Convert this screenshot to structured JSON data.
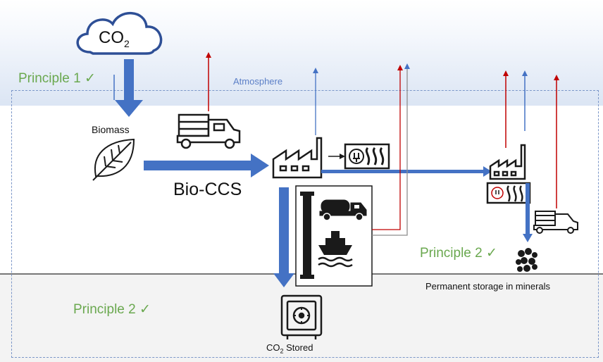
{
  "diagram": {
    "cloud_label": "CO",
    "cloud_label_sub": "2",
    "atmosphere_label": "Atmosphere",
    "principle1": "Principle 1 ✓",
    "principle2_right": "Principle 2 ✓",
    "principle2_bottom": "Principle 2 ✓",
    "biomass_label": "Biomass",
    "bioccs_label": "Bio-CCS",
    "permanent_storage_label": "Permanent  storage in minerals",
    "stored_label_prefix": "CO",
    "stored_label_sub": "2",
    "stored_label_suffix": " Stored"
  },
  "colors": {
    "flow_blue": "#4472c4",
    "emission_red": "#c00000",
    "atmosphere_blue": "#5b7fc7",
    "principle_green": "#6aa84f",
    "icon_dark": "#1a1a1a"
  },
  "icons": [
    "cloud-icon",
    "leaf-icon",
    "log-truck-icon",
    "factory-icon",
    "power-heat-icon",
    "pipeline-icon",
    "tanker-truck-icon",
    "ship-icon",
    "safe-icon",
    "mineral-rock-icon"
  ]
}
